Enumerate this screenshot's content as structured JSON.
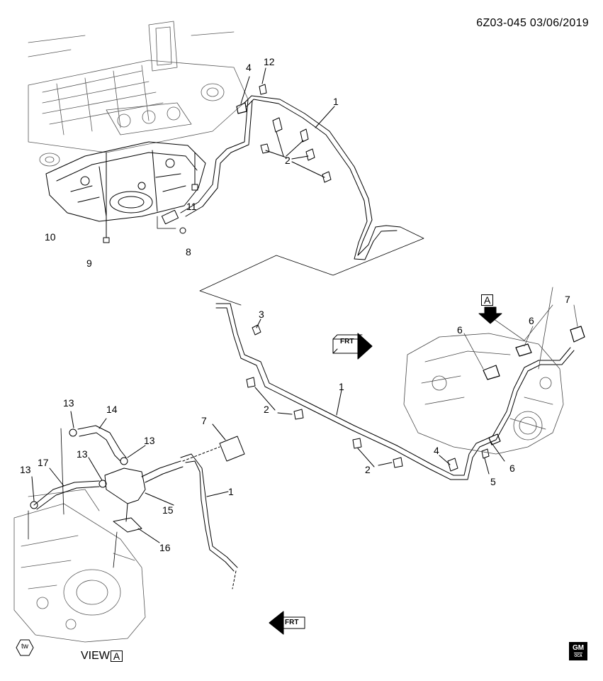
{
  "doc_ref": "6Z03-045  03/06/2019",
  "view_label": "VIEW",
  "view_letter": "A",
  "frt_label": "FRT",
  "badge": "tw",
  "logo": {
    "top": "GM",
    "sub": "OCA"
  },
  "callouts": [
    {
      "id": "c1a",
      "text": "1"
    },
    {
      "id": "c12",
      "text": "12"
    },
    {
      "id": "c4a",
      "text": "4"
    },
    {
      "id": "c2a",
      "text": "2"
    },
    {
      "id": "c11",
      "text": "11"
    },
    {
      "id": "c10",
      "text": "10"
    },
    {
      "id": "c9",
      "text": "9"
    },
    {
      "id": "c8",
      "text": "8"
    },
    {
      "id": "c3",
      "text": "3"
    },
    {
      "id": "c1b",
      "text": "1"
    },
    {
      "id": "c2b",
      "text": "2"
    },
    {
      "id": "c2c",
      "text": "2"
    },
    {
      "id": "c4b",
      "text": "4"
    },
    {
      "id": "c5",
      "text": "5"
    },
    {
      "id": "c6a",
      "text": "6"
    },
    {
      "id": "c6b",
      "text": "6"
    },
    {
      "id": "c6c",
      "text": "6"
    },
    {
      "id": "c7a",
      "text": "7"
    },
    {
      "id": "c13a",
      "text": "13"
    },
    {
      "id": "c14",
      "text": "14"
    },
    {
      "id": "c13b",
      "text": "13"
    },
    {
      "id": "c13c",
      "text": "13"
    },
    {
      "id": "c13d",
      "text": "13"
    },
    {
      "id": "c17",
      "text": "17"
    },
    {
      "id": "c7b",
      "text": "7"
    },
    {
      "id": "c1c",
      "text": "1"
    },
    {
      "id": "c15",
      "text": "15"
    },
    {
      "id": "c16",
      "text": "16"
    }
  ]
}
